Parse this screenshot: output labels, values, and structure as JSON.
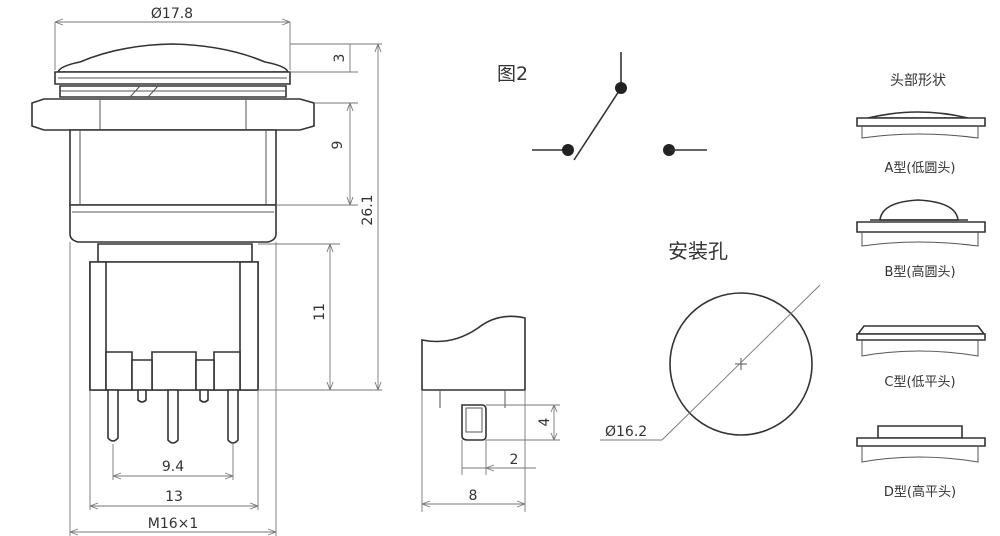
{
  "dimensions": {
    "head_diameter": "Ø17.8",
    "cap_height": "3",
    "body_height": "9",
    "total_height": "26.1",
    "terminal_height": "11",
    "terminal_pitch": "9.4",
    "body_width": "13",
    "thread": "M16×1",
    "side_height": "4",
    "side_offset": "2",
    "side_width": "8",
    "hole_diameter": "Ø16.2"
  },
  "figure_label": "图2",
  "mounting_hole_label": "安装孔",
  "head_shapes": {
    "title": "头部形状",
    "types": [
      {
        "label": "A型(低圆头)"
      },
      {
        "label": "B型(高圆头)"
      },
      {
        "label": "C型(低平头)"
      },
      {
        "label": "D型(高平头)"
      }
    ]
  }
}
